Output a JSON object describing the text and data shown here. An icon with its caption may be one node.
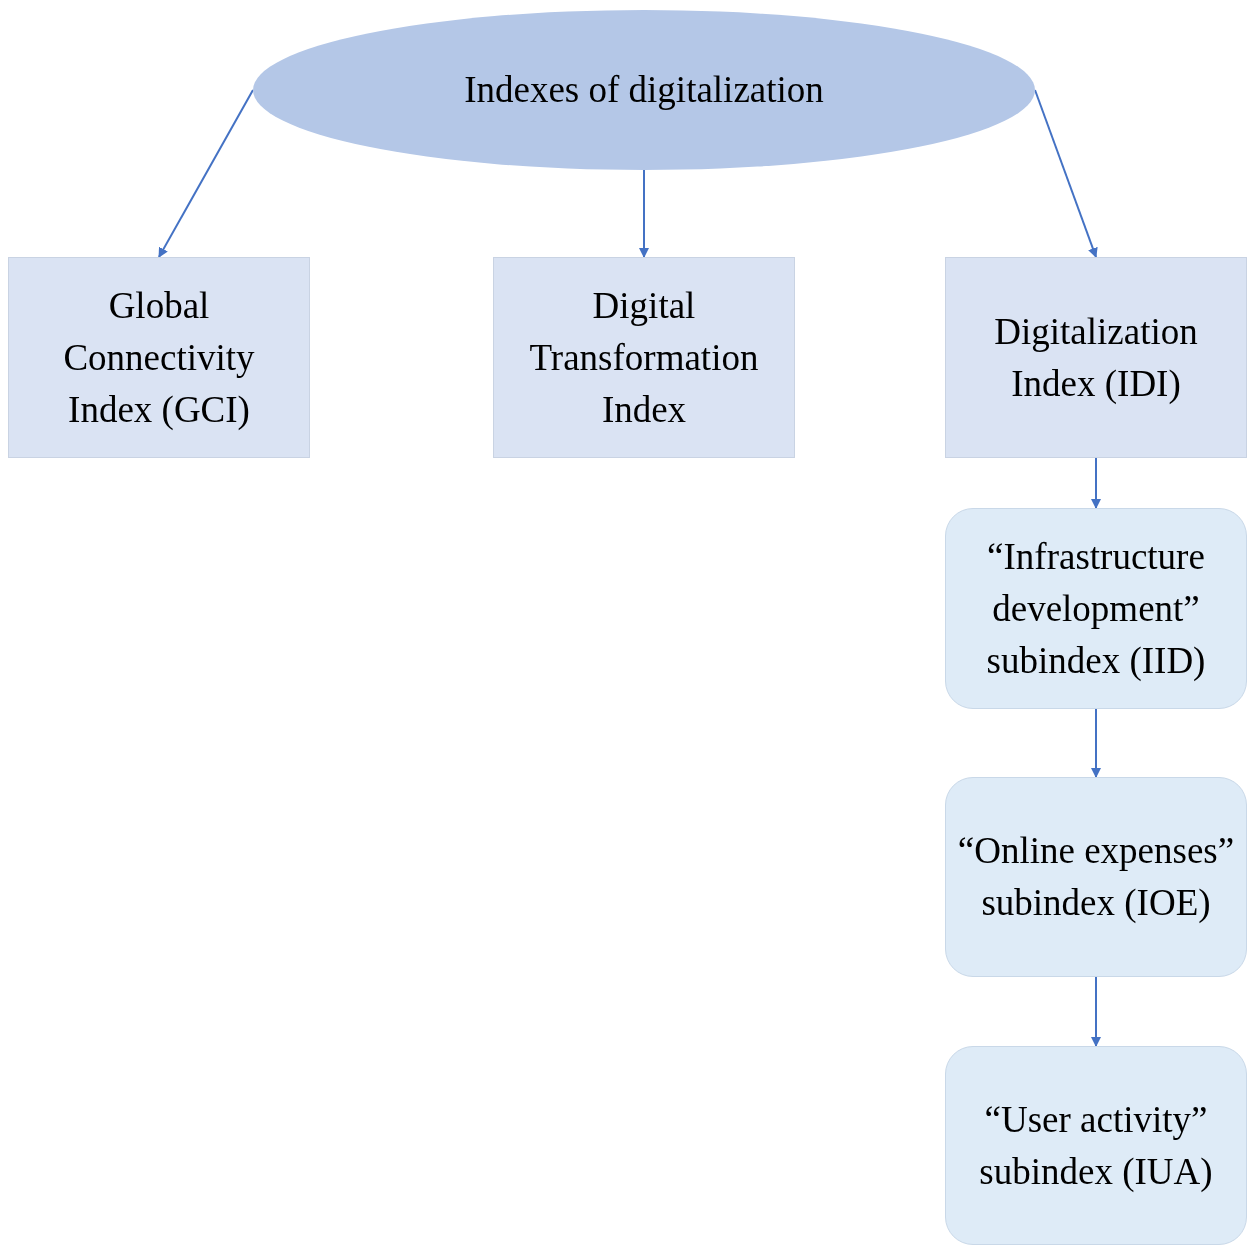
{
  "diagram": {
    "nodes": [
      {
        "text": [
          "Indexes of digitalization"
        ]
      },
      {
        "text": [
          "Global Connectivity Index (GCI)"
        ]
      },
      {
        "text": [
          "Digital Transformation Index"
        ]
      },
      {
        "text": [
          "Digitalization Index (IDI)"
        ]
      },
      {
        "text": [
          "“Infrastructure development” subindex (IID)"
        ]
      },
      {
        "text": [
          "“Online expenses” subindex (IOE)"
        ]
      },
      {
        "text": [
          "“User activity” subindex (IUA)"
        ]
      }
    ],
    "edges": [
      {
        "from": 0,
        "to": 1,
        "arrow": "to"
      },
      {
        "from": 0,
        "to": 2,
        "arrow": "to"
      },
      {
        "from": 0,
        "to": 3,
        "arrow": "to"
      },
      {
        "from": 3,
        "to": 4,
        "arrow": "to"
      },
      {
        "from": 4,
        "to": 5,
        "arrow": "to"
      },
      {
        "from": 5,
        "to": 6,
        "arrow": "to"
      }
    ]
  }
}
